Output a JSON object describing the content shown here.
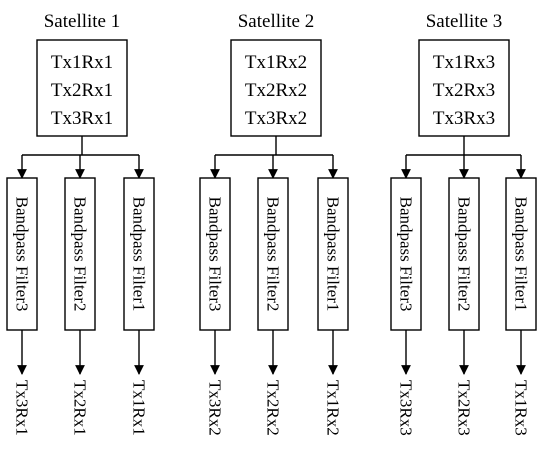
{
  "satellites": [
    {
      "title": "Satellite 1",
      "box_lines": [
        "Tx1Rx1",
        "Tx2Rx1",
        "Tx3Rx1"
      ],
      "filters": [
        "Bandpass Filter3",
        "Bandpass Filter2",
        "Bandpass Filter1"
      ],
      "outputs": [
        "Tx3Rx1",
        "Tx2Rx1",
        "Tx1Rx1"
      ]
    },
    {
      "title": "Satellite 2",
      "box_lines": [
        "Tx1Rx2",
        "Tx2Rx2",
        "Tx3Rx2"
      ],
      "filters": [
        "Bandpass Filter3",
        "Bandpass Filter2",
        "Bandpass Filter1"
      ],
      "outputs": [
        "Tx3Rx2",
        "Tx2Rx2",
        "Tx1Rx2"
      ]
    },
    {
      "title": "Satellite 3",
      "box_lines": [
        "Tx1Rx3",
        "Tx2Rx3",
        "Tx3Rx3"
      ],
      "filters": [
        "Bandpass Filter3",
        "Bandpass Filter2",
        "Bandpass Filter1"
      ],
      "outputs": [
        "Tx3Rx3",
        "Tx2Rx3",
        "Tx1Rx3"
      ]
    }
  ]
}
